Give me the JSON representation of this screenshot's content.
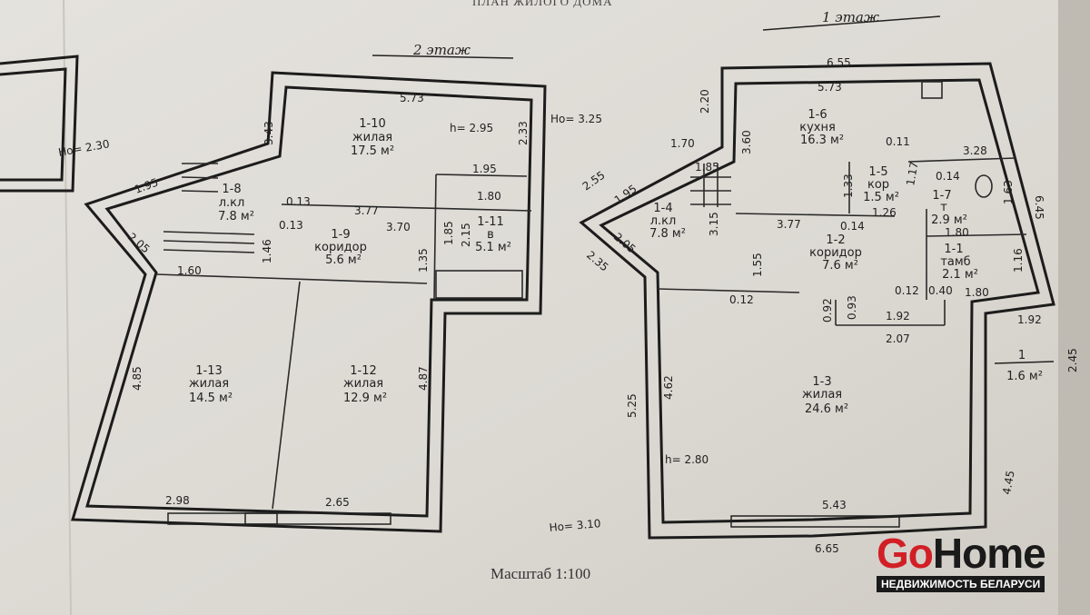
{
  "header": {
    "title": "ПЛАН ЖИЛОГО ДОМА",
    "floor1_label": "1 этаж",
    "floor2_label": "2 этаж",
    "scale": "Масштаб 1:100"
  },
  "logo": {
    "brand_go": "Go",
    "brand_home": "Home",
    "tagline": "НЕДВИЖИМОСТЬ БЕЛАРУСИ",
    "accent": "#d21f26"
  },
  "floor2": {
    "rooms": [
      {
        "id": "1-10",
        "name": "жилая",
        "area": "17.5 м²"
      },
      {
        "id": "1-8",
        "name": "л.кл",
        "area": "7.8 м²"
      },
      {
        "id": "1-9",
        "name": "коридор",
        "area": "5.6 м²"
      },
      {
        "id": "1-11",
        "name": "в",
        "area": "5.1 м²"
      },
      {
        "id": "1-13",
        "name": "жилая",
        "area": "14.5 м²"
      },
      {
        "id": "1-12",
        "name": "жилая",
        "area": "12.9 м²"
      }
    ],
    "dims": [
      "5.73",
      "3.43",
      "2.33",
      "h= 2.95",
      "Ho= 3.25",
      "1.95",
      "1.80",
      "0.13",
      "3.77",
      "3.70",
      "0.13",
      "1.95",
      "2.05",
      "1.60",
      "1.46",
      "1.85",
      "2.15",
      "1.35",
      "4.85",
      "4.87",
      "2.98",
      "2.65",
      "Ho= 2.30",
      "Ho= 3.10"
    ]
  },
  "floor1": {
    "rooms": [
      {
        "id": "1-6",
        "name": "кухня",
        "area": "16.3 м²"
      },
      {
        "id": "1-5",
        "name": "кор",
        "area": "1.5 м²"
      },
      {
        "id": "1-7",
        "name": "т",
        "area": "2.9 м²"
      },
      {
        "id": "1-4",
        "name": "л.кл",
        "area": "7.8 м²"
      },
      {
        "id": "1-2",
        "name": "коридор",
        "area": "7.6 м²"
      },
      {
        "id": "1-1",
        "name": "тамб",
        "area": "2.1 м²"
      },
      {
        "id": "1-3",
        "name": "жилая",
        "area": "24.6 м²"
      },
      {
        "id": "1",
        "name": "",
        "area": "1.6 м²"
      }
    ],
    "dims": [
      "6.55",
      "5.73",
      "2.20",
      "1.70",
      "3.60",
      "2.55",
      "1.95",
      "1.85",
      "2.05",
      "2.35",
      "3.15",
      "3.77",
      "0.14",
      "1.55",
      "0.12",
      "0.11",
      "3.28",
      "1.33",
      "1.17",
      "1.26",
      "0.14",
      "1.63",
      "6.45",
      "1.80",
      "1.16",
      "0.12",
      "0.40",
      "1.80",
      "0.92",
      "0.93",
      "1.92",
      "1.92",
      "2.07",
      "4.62",
      "5.25",
      "h= 2.80",
      "5.43",
      "6.65",
      "4.45",
      "2.45"
    ]
  }
}
